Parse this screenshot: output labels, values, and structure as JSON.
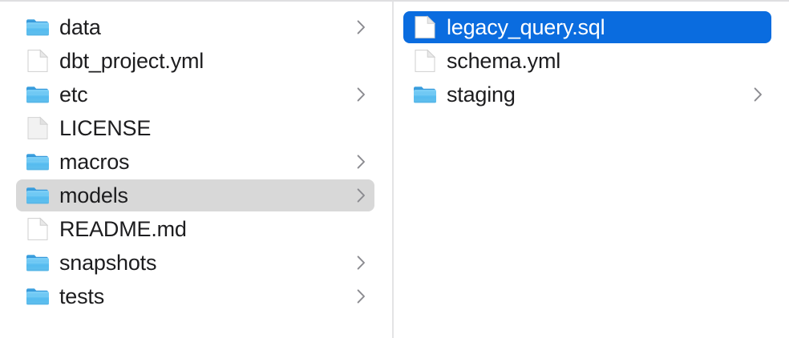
{
  "window": {
    "view_mode": "column-view",
    "accent_selection_color": "#0a6cdf",
    "inactive_selection_color": "#d8d8d8",
    "divider_color": "#e3e3e5",
    "label_color": "#1d1d1f",
    "folder_icon_color": "#5bb8ef",
    "chevron_color": "#8e8e93"
  },
  "columns": [
    {
      "id": "parent-column",
      "name": "project-root-column",
      "items": [
        {
          "label": "data",
          "icon": "folder-icon",
          "kind": "folder",
          "chevron": true,
          "selected": false
        },
        {
          "label": "dbt_project.yml",
          "icon": "document-icon",
          "kind": "file",
          "chevron": false,
          "selected": false
        },
        {
          "label": "etc",
          "icon": "folder-icon",
          "kind": "folder",
          "chevron": true,
          "selected": false
        },
        {
          "label": "LICENSE",
          "icon": "plain-document-icon",
          "kind": "file",
          "chevron": false,
          "selected": false
        },
        {
          "label": "macros",
          "icon": "folder-icon",
          "kind": "folder",
          "chevron": true,
          "selected": false
        },
        {
          "label": "models",
          "icon": "folder-icon",
          "kind": "folder",
          "chevron": true,
          "selected": true,
          "selection_style": "gray"
        },
        {
          "label": "README.md",
          "icon": "document-icon",
          "kind": "file",
          "chevron": false,
          "selected": false
        },
        {
          "label": "snapshots",
          "icon": "folder-icon",
          "kind": "folder",
          "chevron": true,
          "selected": false
        },
        {
          "label": "tests",
          "icon": "folder-icon",
          "kind": "folder",
          "chevron": true,
          "selected": false
        }
      ]
    },
    {
      "id": "child-column",
      "name": "models-folder-column",
      "items": [
        {
          "label": "legacy_query.sql",
          "icon": "document-icon",
          "kind": "file",
          "chevron": false,
          "selected": true,
          "selection_style": "blue"
        },
        {
          "label": "schema.yml",
          "icon": "document-icon",
          "kind": "file",
          "chevron": false,
          "selected": false
        },
        {
          "label": "staging",
          "icon": "folder-icon",
          "kind": "folder",
          "chevron": true,
          "selected": false
        }
      ]
    }
  ]
}
